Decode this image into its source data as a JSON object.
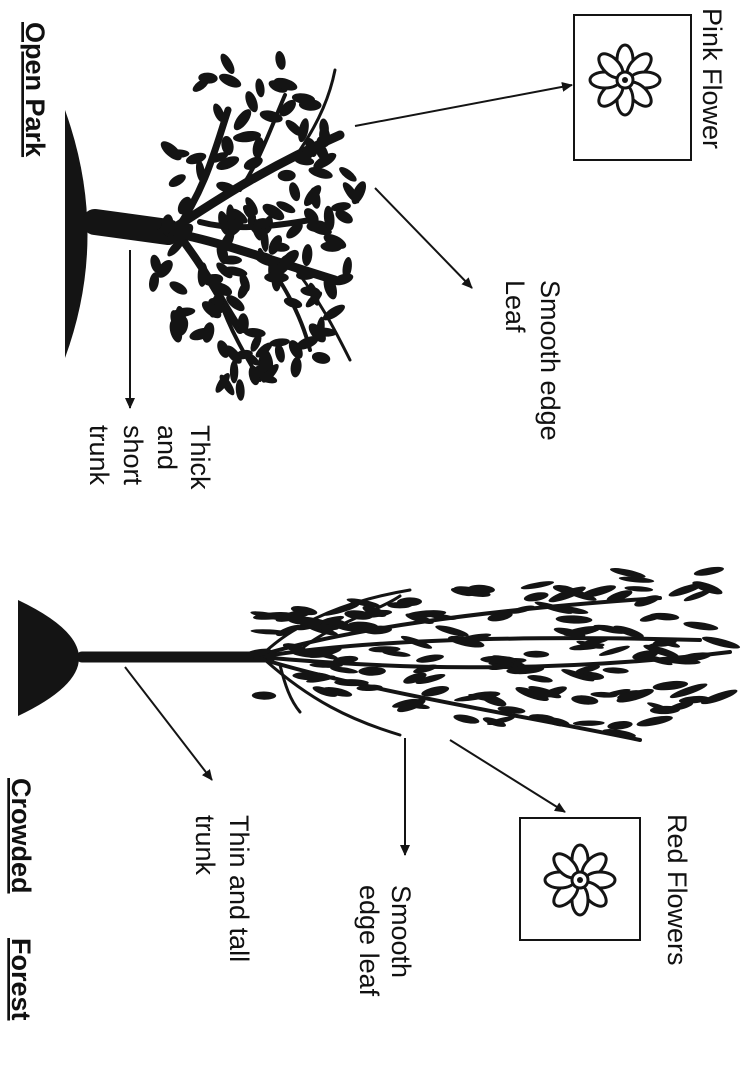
{
  "colors": {
    "ink": "#141414",
    "paper": "#ffffff"
  },
  "open_park": {
    "title": "Open Park",
    "labels": {
      "flower": "Pink Flower",
      "leaf": [
        "Smooth edge",
        "Leaf"
      ],
      "trunk": [
        "Thick",
        "and",
        "short",
        "trunk"
      ]
    },
    "icons": {
      "flower": "flower-icon"
    }
  },
  "crowded_forest": {
    "title": [
      "Crowded",
      "Forest"
    ],
    "labels": {
      "flower": "Red Flowers",
      "leaf": [
        "Smooth",
        "edge leaf"
      ],
      "trunk": [
        "Thin and tall",
        "trunk"
      ]
    },
    "icons": {
      "flower": "flower-icon"
    }
  }
}
